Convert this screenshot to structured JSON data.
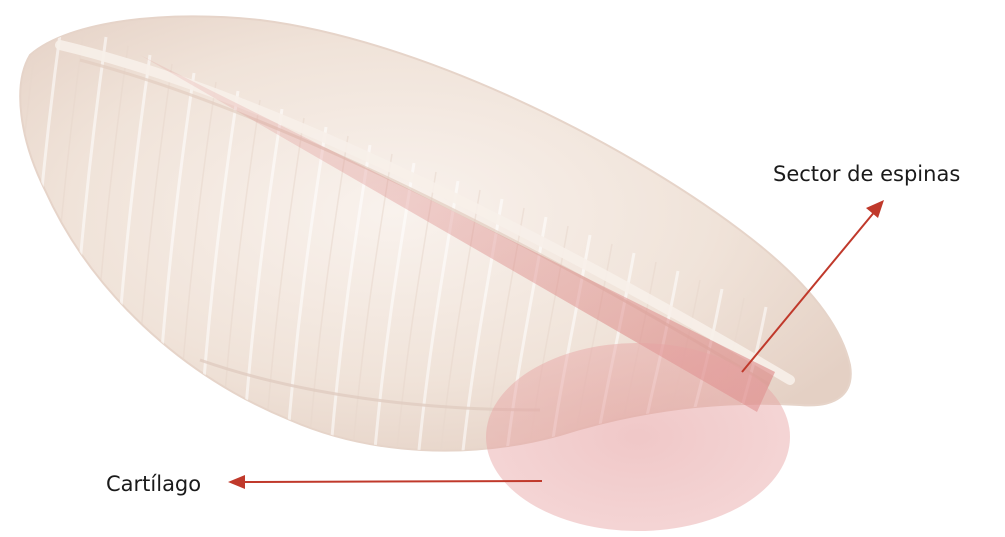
{
  "labels": {
    "spine_sector": "Sector de espinas",
    "cartilage": "Cartílago"
  },
  "colors": {
    "fillet_base": "#efe3da",
    "fillet_light": "#f7eee8",
    "fillet_stripe": "#ffffff",
    "fillet_edge": "#e2cfc4",
    "highlight": "#dd8a8a",
    "arrow": "#c0392b",
    "text": "#1a1a1a"
  },
  "icons": {
    "fillet": "fish-fillet-illustration",
    "arrow_head": "arrow-head"
  }
}
